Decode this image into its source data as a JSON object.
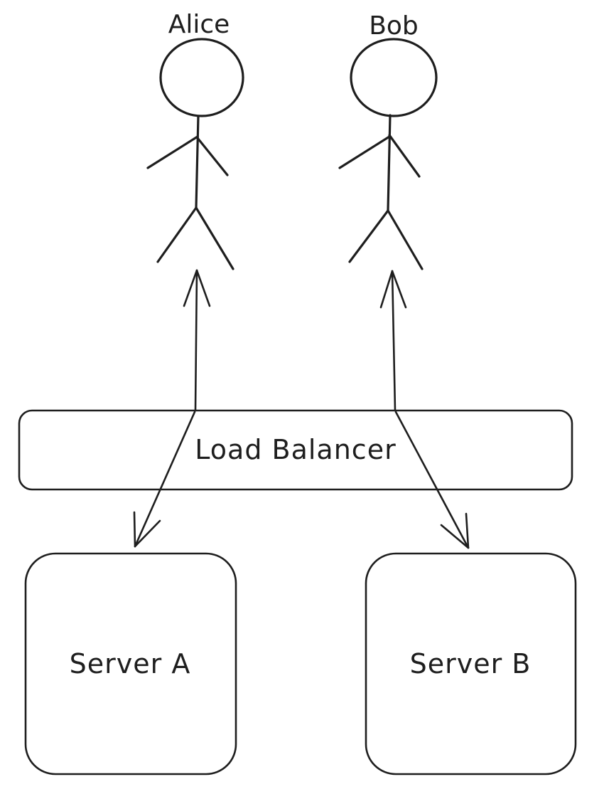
{
  "diagram": {
    "actors": [
      {
        "name": "Alice"
      },
      {
        "name": "Bob"
      }
    ],
    "load_balancer": {
      "label": "Load Balancer"
    },
    "servers": [
      {
        "label": "Server A"
      },
      {
        "label": "Server B"
      }
    ],
    "colors": {
      "ink": "#1e1e1e",
      "background": "#ffffff"
    }
  }
}
